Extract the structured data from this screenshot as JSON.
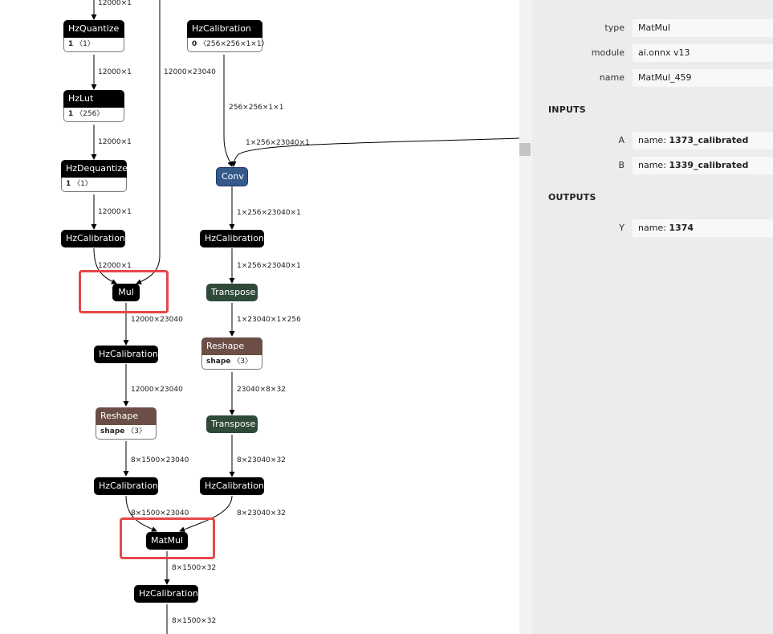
{
  "graph": {
    "nodes": [
      {
        "id": "n_hzq",
        "title": "HzQuantize",
        "color": "black",
        "attr_key": "1",
        "attr_val": "〈1〉"
      },
      {
        "id": "n_hzcal_top",
        "title": "HzCalibration",
        "color": "black",
        "attr_key": "0",
        "attr_val": "〈256×256×1×1〉"
      },
      {
        "id": "n_hzlut",
        "title": "HzLut",
        "color": "black",
        "attr_key": "1",
        "attr_val": "〈256〉"
      },
      {
        "id": "n_hzdeq",
        "title": "HzDequantize",
        "color": "black",
        "attr_key": "1",
        "attr_val": "〈1〉"
      },
      {
        "id": "n_conv",
        "title": "Conv",
        "color": "blue"
      },
      {
        "id": "n_hzcal_l1",
        "title": "HzCalibration",
        "color": "black"
      },
      {
        "id": "n_hzcal_r1",
        "title": "HzCalibration",
        "color": "black"
      },
      {
        "id": "n_mul",
        "title": "Mul",
        "color": "black"
      },
      {
        "id": "n_tr1",
        "title": "Transpose",
        "color": "green"
      },
      {
        "id": "n_hzcal_l2",
        "title": "HzCalibration",
        "color": "black"
      },
      {
        "id": "n_rs_r",
        "title": "Reshape",
        "color": "brown",
        "attr_key": "shape",
        "attr_val": "〈3〉"
      },
      {
        "id": "n_rs_l",
        "title": "Reshape",
        "color": "brown",
        "attr_key": "shape",
        "attr_val": "〈3〉"
      },
      {
        "id": "n_tr2",
        "title": "Transpose",
        "color": "green"
      },
      {
        "id": "n_hzcal_l3",
        "title": "HzCalibration",
        "color": "black"
      },
      {
        "id": "n_hzcal_r2",
        "title": "HzCalibration",
        "color": "black"
      },
      {
        "id": "n_matmul",
        "title": "MatMul",
        "color": "black"
      },
      {
        "id": "n_hzcal_b",
        "title": "HzCalibration",
        "color": "black"
      }
    ],
    "edge_labels": [
      "12000×1",
      "12000×1",
      "12000×1",
      "12000×1",
      "12000×1",
      "12000×23040",
      "256×256×1×1",
      "1×256×23040×1",
      "1×256×23040×1",
      "1×256×23040×1",
      "12000×23040",
      "12000×23040",
      "1×23040×1×256",
      "23040×8×32",
      "8×1500×23040",
      "8×23040×32",
      "8×1500×23040",
      "8×23040×32",
      "8×1500×32",
      "8×1500×32"
    ],
    "highlight_color": "#e5474a"
  },
  "properties": {
    "type_label": "type",
    "type_value": "MatMul",
    "module_label": "module",
    "module_value": "ai.onnx v13",
    "name_label": "name",
    "name_value": "MatMul_459",
    "inputs_header": "INPUTS",
    "input_a_label": "A",
    "input_a_prefix": "name: ",
    "input_a_value": "1373_calibrated",
    "input_b_label": "B",
    "input_b_prefix": "name: ",
    "input_b_value": "1339_calibrated",
    "outputs_header": "OUTPUTS",
    "output_y_label": "Y",
    "output_y_prefix": "name: ",
    "output_y_value": "1374"
  }
}
